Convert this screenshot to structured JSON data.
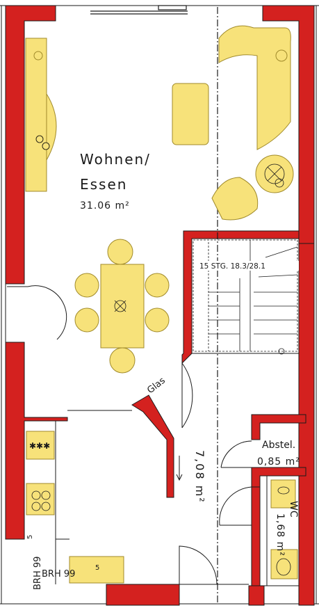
{
  "rooms": {
    "wohnen": {
      "line1": "Wohnen/",
      "line2": "Essen",
      "area": "31.06 m²"
    },
    "flur": {
      "area": "7,08 m²"
    },
    "abstell": {
      "name": "Abstel.",
      "area": "0,85 m²"
    },
    "wc": {
      "name": "WC",
      "area": "1,68 m²"
    }
  },
  "stairs": {
    "label": "15 STG. 18.3/28.1"
  },
  "door": {
    "label": "Glas"
  },
  "kitchen": {
    "brh_left": "BRH 99",
    "brh_left_sup": "5",
    "brh_bottom": "BRH 99",
    "brh_bottom_sup": "5"
  },
  "colors": {
    "wall": "#d4211f",
    "furniture": "#f7e27a",
    "furniture_stroke": "#a08a2a",
    "line": "#1a1a1a"
  }
}
